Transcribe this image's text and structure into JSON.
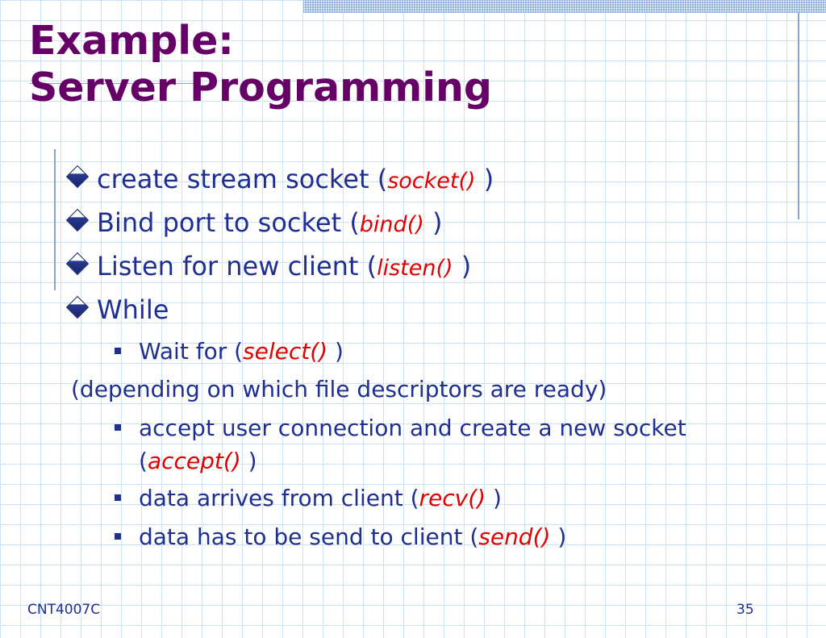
{
  "title": {
    "line1": "Example:",
    "line2": "Server Programming"
  },
  "bullets": [
    {
      "text": "create stream socket (",
      "fn": "socket()",
      "close": " )"
    },
    {
      "text": "Bind port to socket (",
      "fn": "bind()",
      "close": " )"
    },
    {
      "text": "Listen for new client (",
      "fn": "listen()",
      "close": " )"
    },
    {
      "text": "While"
    }
  ],
  "sub_wait": {
    "text": "Wait for (",
    "fn": "select()",
    "close": " )"
  },
  "note": "(depending on which file descriptors are ready)",
  "sub_items": [
    {
      "text": "accept user connection and create a new socket",
      "cont": "(",
      "fn": "accept()",
      "close": " )"
    },
    {
      "text": "data arrives from client (",
      "fn": "recv()",
      "close": " )"
    },
    {
      "text": "data has to be send to client (",
      "fn": "send()",
      "close": " )"
    }
  ],
  "footer": {
    "course": "CNT4007C",
    "page_number": "35"
  }
}
